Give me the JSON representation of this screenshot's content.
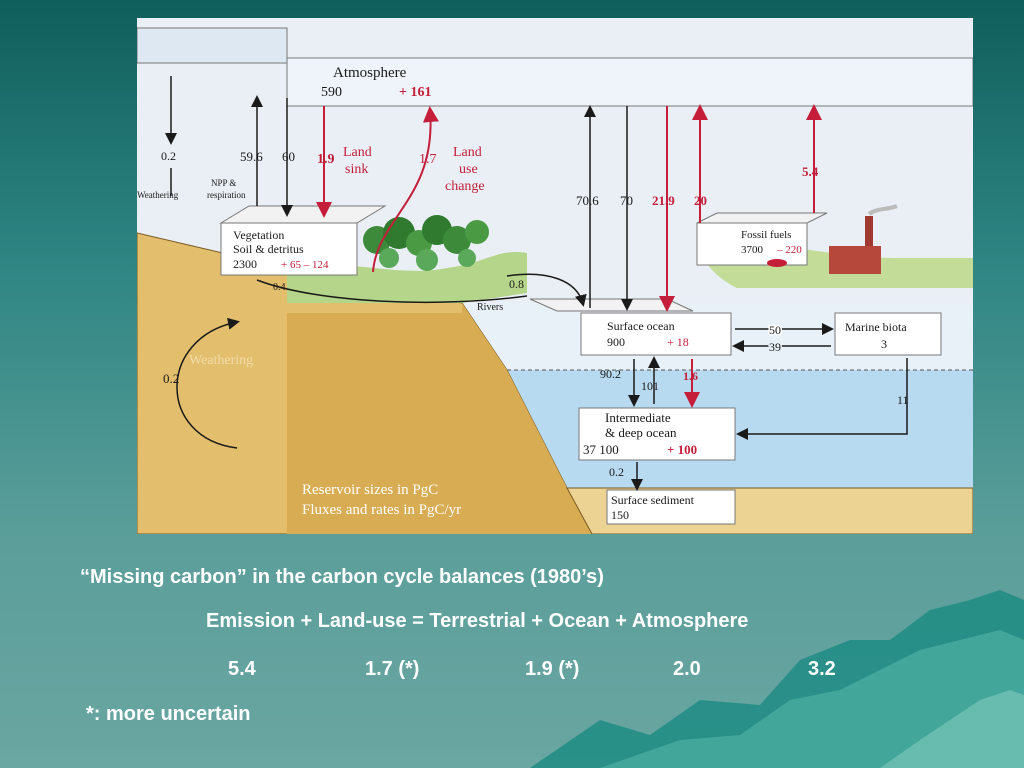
{
  "diagram": {
    "atmosphere": {
      "label": "Atmosphere",
      "value": "590",
      "change": "+ 161"
    },
    "fluxes": {
      "weathering_up": "0.2",
      "weathering_label": "Weathering",
      "npp": "59.6",
      "respiration": "60",
      "npp_label_line1": "NPP &",
      "npp_label_line2": "respiration",
      "land_sink_value": "1.9",
      "land_sink_label_line1": "Land",
      "land_sink_label_line2": "sink",
      "land_use_value": "1.7",
      "land_use_label_line1": "Land",
      "land_use_label_line2": "use",
      "land_use_label_line3": "change",
      "ocean_up": "70.6",
      "ocean_down": "70",
      "ocean_red_down": "21.9",
      "ocean_red_up": "20",
      "fossil_flux": "5.4",
      "rivers_value": "0.8",
      "rivers_label": "Rivers",
      "soil_flux": "0.4",
      "weathering_rock_value": "0.2",
      "biota_out": "50",
      "biota_in": "39",
      "mixing_down": "90.2",
      "mixing_up": "101",
      "mixing_red": "1.6",
      "biota_sink": "11",
      "sediment_flux": "0.2"
    },
    "vegetation": {
      "line1": "Vegetation",
      "line2": "Soil & detritus",
      "value": "2300",
      "change": "+ 65 – 124"
    },
    "fossil_fuels": {
      "label": "Fossil fuels",
      "value": "3700",
      "change": "– 220"
    },
    "surface_ocean": {
      "label": "Surface ocean",
      "value": "900",
      "change": "+ 18"
    },
    "marine_biota": {
      "label": "Marine biota",
      "value": "3"
    },
    "deep_ocean": {
      "line1": "Intermediate",
      "line2": "& deep ocean",
      "value": "37 100",
      "change": "+ 100"
    },
    "sediment": {
      "label": "Surface sediment",
      "value": "150"
    },
    "weathering_rock_label": "Weathering",
    "legend": {
      "line1": "Reservoir sizes in PgC",
      "line2": "Fluxes and rates in PgC/yr"
    }
  },
  "slide": {
    "caption": "“Missing carbon” in the carbon cycle balances (1980’s)",
    "equation": "Emission + Land-use = Terrestrial  + Ocean + Atmosphere",
    "values": [
      "5.4",
      "1.7 (*)",
      "1.9 (*)",
      "2.0",
      "3.2"
    ],
    "footnote": "*: more uncertain"
  },
  "colors": {
    "red_flux": "#c41e3a",
    "ocean_blue": "#b8daf0",
    "earth": "#e3bf6d"
  }
}
